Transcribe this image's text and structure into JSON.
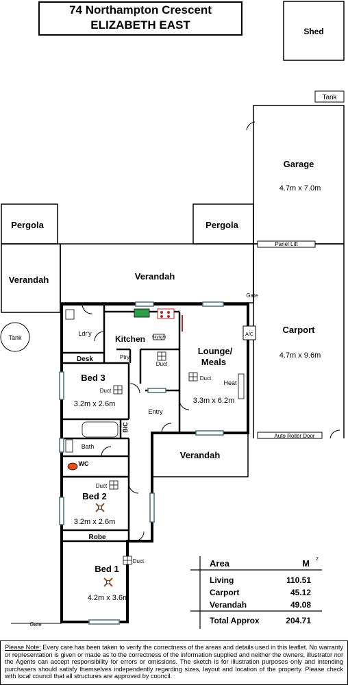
{
  "title": {
    "line1": "74 Northampton Crescent",
    "line2": "ELIZABETH EAST"
  },
  "rooms": {
    "shed": "Shed",
    "tank_top": "Tank",
    "garage": "Garage",
    "garage_dim": "4.7m x 7.0m",
    "pergola_left": "Pergola",
    "pergola_mid": "Pergola",
    "panel_lift": "Panel Lift",
    "verandah_left": "Verandah",
    "verandah_top": "Verandah",
    "gate_top": "Gate",
    "tank_left": "Tank",
    "laundry": "Ldr'y",
    "kitchen": "Kitchen",
    "skylight": "Skylight",
    "pantry": "Ptry",
    "duct_kitchen": "Duct",
    "lounge": "Lounge/",
    "meals": "Meals",
    "duct_lounge": "Duct",
    "heat": "Heat",
    "lounge_dim": "3.3m x 6.2m",
    "ac": "A/C",
    "carport": "Carport",
    "carport_dim": "4.7m x 9.6m",
    "desk": "Desk",
    "bed3": "Bed 3",
    "duct_bed3": "Duct",
    "bed3_dim": "3.2m x 2.6m",
    "entry": "Entry",
    "bic": "BIC",
    "bath": "Bath",
    "auto_roller": "Auto Roller Door",
    "wc": "WC",
    "verandah_mid": "Verandah",
    "duct_bed2": "Duct",
    "bed2": "Bed 2",
    "bed2_dim": "3.2m x 2.6m",
    "robe": "Robe",
    "bed1": "Bed 1",
    "duct_bed1": "Duct",
    "bed1_dim": "4.2m x 3.6m",
    "gate_bottom": "Gate"
  },
  "area_table": {
    "header_label": "Area",
    "header_unit": "M",
    "header_sup": "2",
    "rows": [
      {
        "label": "Living",
        "value": "110.51"
      },
      {
        "label": "Carport",
        "value": "45.12"
      },
      {
        "label": "Verandah",
        "value": "49.08"
      }
    ],
    "total_label": "Total Approx",
    "total_value": "204.71"
  },
  "note": {
    "lead": "Please Note:",
    "text": "Every care has been taken to verify the correctness of the areas and details used in this leaflet. No warranty or representation is given or made as to the correctness of the information supplied and neither the owners, illustrator nor the Agents can accept responsibility for errors or omissions. The sketch is for illustration purposes only and intending purchasers should satisfy themselves independently regarding sizes, layout and location of the property. Please check with local council that all structures are approved by council."
  },
  "colors": {
    "line": "#000000",
    "window": "#4a6e74",
    "sink": "#2f9e4a",
    "stove": "#c02020"
  }
}
